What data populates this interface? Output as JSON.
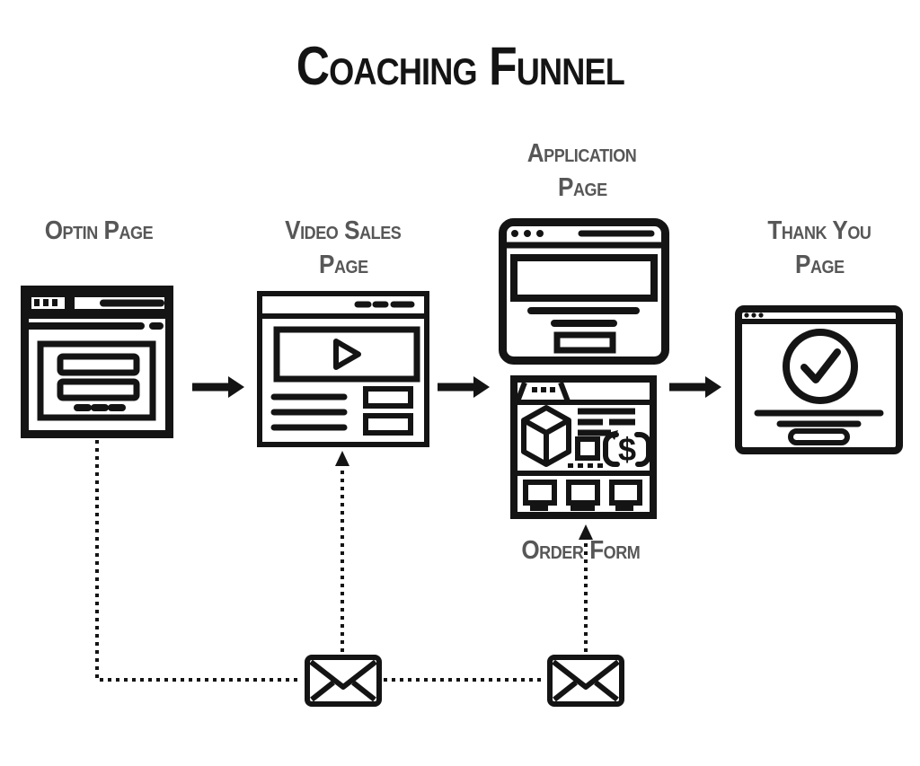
{
  "title": "Coaching Funnel",
  "colors": {
    "ink": "#141414",
    "label_gray": "#575757",
    "background": "#ffffff"
  },
  "nodes": [
    {
      "name": "optin-page",
      "label_line1": "Optin Page",
      "label_line2": "",
      "icon": "browser-optin-form-icon"
    },
    {
      "name": "video-sales-page",
      "label_line1": "Video Sales",
      "label_line2": "Page",
      "icon": "browser-video-player-icon"
    },
    {
      "name": "application-page",
      "label_line1": "Application",
      "label_line2": "Page",
      "icon": "browser-application-form-icon"
    },
    {
      "name": "order-form",
      "label_line1": "Order Form",
      "label_line2": "",
      "icon": "browser-checkout-order-icon"
    },
    {
      "name": "thank-you-page",
      "label_line1": "Thank You",
      "label_line2": "Page",
      "icon": "browser-checkmark-icon"
    }
  ],
  "edges": {
    "solid_arrows": [
      {
        "from": "optin-page",
        "to": "video-sales-page"
      },
      {
        "from": "video-sales-page",
        "to": "order-form"
      },
      {
        "from": "order-form",
        "to": "thank-you-page"
      }
    ],
    "dotted_email_followups": [
      {
        "from": "optin-page",
        "via": "email-envelope-1",
        "to": "video-sales-page"
      },
      {
        "from": "email-envelope-1",
        "via": "email-envelope-2",
        "to": "order-form"
      }
    ]
  },
  "emails": [
    {
      "icon": "email-envelope-icon"
    },
    {
      "icon": "email-envelope-icon"
    }
  ]
}
